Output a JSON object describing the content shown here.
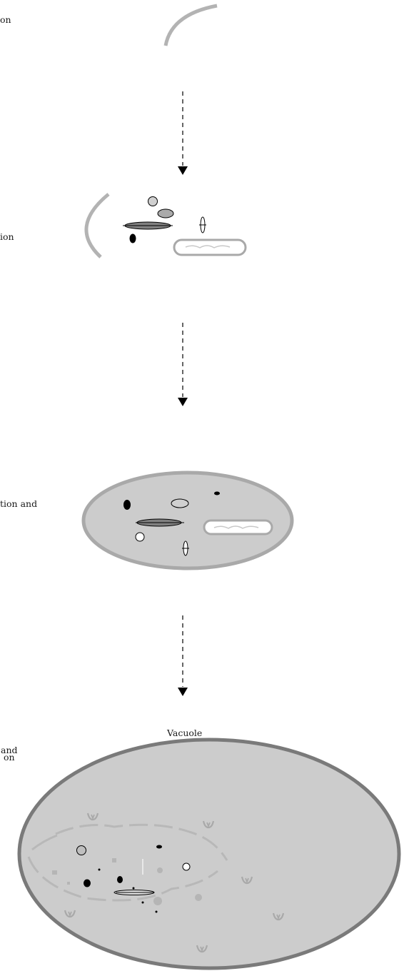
{
  "labels": {
    "stage1": "on",
    "stage2": "ion",
    "stage3": "tion and",
    "stage4_line1": "and",
    "stage4_line2": "on",
    "vacuole": "Vacuole"
  }
}
